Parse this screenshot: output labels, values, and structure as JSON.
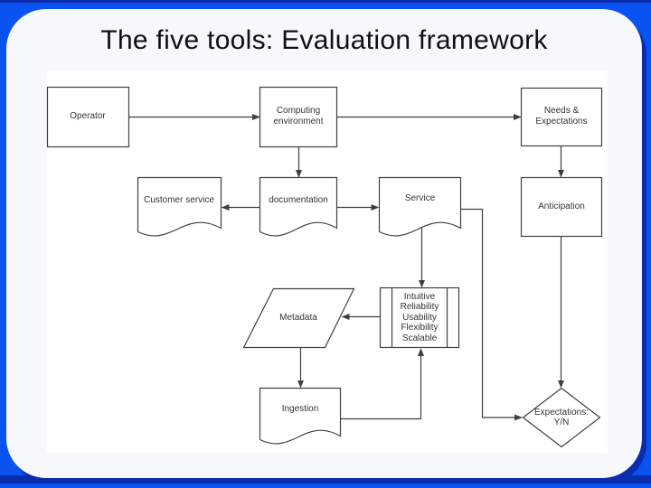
{
  "slide": {
    "title": "The five tools: Evaluation framework"
  },
  "colors": {
    "frame_blue": "#0b53f1",
    "frame_navy": "#0a2cae",
    "card_bg": "#f7f8fc",
    "panel_bg": "#ffffff",
    "line": "#3f3f3f",
    "label_text": "#333333",
    "title_text": "#101010"
  },
  "diagram": {
    "nodes": {
      "operator": {
        "label": "Operator",
        "shape": "rectangle"
      },
      "computing_environment": {
        "label": "Computing\nenvironment",
        "shape": "rectangle"
      },
      "needs_expectations": {
        "label": "Needs &\nExpectations",
        "shape": "rectangle"
      },
      "customer_service": {
        "label": "Customer service",
        "shape": "document"
      },
      "documentation": {
        "label": "documentation",
        "shape": "document"
      },
      "service": {
        "label": "Service",
        "shape": "document"
      },
      "anticipation": {
        "label": "Anticipation",
        "shape": "rectangle"
      },
      "metadata": {
        "label": "Metadata",
        "shape": "parallelogram"
      },
      "criteria": {
        "label": "Intuitive\nReliability\nUsability\nFlexibility\nScalable",
        "shape": "predefined-process"
      },
      "ingestion": {
        "label": "Ingestion",
        "shape": "document"
      },
      "expectations_decision": {
        "label": "Expectations:\nY/N",
        "shape": "decision"
      }
    },
    "edges": [
      {
        "from": "operator",
        "to": "computing_environment"
      },
      {
        "from": "computing_environment",
        "to": "needs_expectations"
      },
      {
        "from": "computing_environment",
        "to": "documentation"
      },
      {
        "from": "needs_expectations",
        "to": "anticipation"
      },
      {
        "from": "documentation",
        "to": "customer_service"
      },
      {
        "from": "documentation",
        "to": "service"
      },
      {
        "from": "service",
        "to": "criteria"
      },
      {
        "from": "criteria",
        "to": "metadata"
      },
      {
        "from": "metadata",
        "to": "ingestion"
      },
      {
        "from": "ingestion",
        "to": "criteria"
      },
      {
        "from": "service",
        "to": "expectations_decision"
      },
      {
        "from": "anticipation",
        "to": "expectations_decision"
      }
    ]
  }
}
